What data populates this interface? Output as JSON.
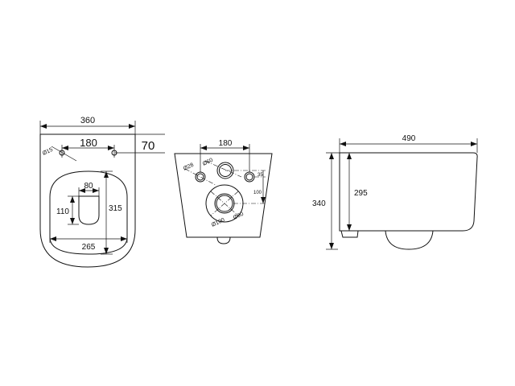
{
  "top_view": {
    "width": "360",
    "hole_spacing": "180",
    "offset": "70",
    "hole_diameter": "Ø15",
    "seat_width": "265",
    "seat_length": "315",
    "opening_width": "80",
    "opening_length": "110"
  },
  "rear_view": {
    "bolt_spacing": "180",
    "bolt_diameter": "Ø28",
    "inlet_diameter": "Ø60",
    "outlet_inner_diameter": "Ø90",
    "outlet_outer_diameter": "Ø100",
    "vertical_offset_small": "35",
    "vertical_offset_large": "100"
  },
  "side_view": {
    "length": "490",
    "total_height": "340",
    "body_height": "295"
  }
}
